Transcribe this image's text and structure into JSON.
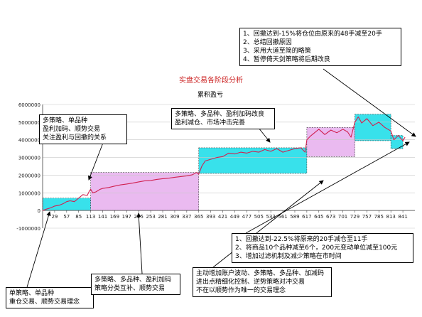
{
  "title": "实盘交易各阶段分析",
  "colors": {
    "line": "#d02050",
    "cyan_zone": "#2ee0ea",
    "pink_zone": "#e9b7f0",
    "axis": "#404040",
    "grid": "#c8c8c8",
    "arrow": "#000000"
  },
  "annotations": {
    "top_right": [
      "1、回撤达到-15%将仓位由原来的48手减至20手",
      "2、总结回撤原因",
      "3、采用大道至简的略策",
      "4、暂停倚天剑策略将后期改良"
    ],
    "upper_left": [
      "多策略、单品种",
      "盈利加码、顺势交易",
      "关注盈利与回撤的关系"
    ],
    "upper_mid": [
      "多策略、多品种、盈利加码改良",
      "盈利减仓、市场冲击完善"
    ],
    "lower_right": [
      "1、回撤达到-22.5%将原来的20手减仓至11手",
      "2、将商品10个品种减至6个，200元变动单位减至100元",
      "3、增加过滤机制及减少策略在市时间"
    ],
    "bottom_left": [
      "单策略、单品种",
      "重仓交易、顺势交易理念"
    ],
    "bottom_mid": [
      "多策略、多品种、盈利加码",
      "策略分类互补、顺势交易"
    ],
    "bottom_right": [
      "主动增加账户波动、多策略、多品种、加减码",
      "进出点精细化控制、逆势策略对冲交易",
      "不在以顺势作为唯一的交易理念"
    ]
  },
  "chart_data": {
    "type": "line",
    "title": "累积盈亏",
    "xlabel": "",
    "ylabel": "",
    "ylim": [
      -1000000,
      6000000
    ],
    "yticks": [
      -1000000,
      0,
      1000000,
      2000000,
      3000000,
      4000000,
      5000000,
      6000000
    ],
    "ytick_labels": [
      "-1000000",
      "0",
      "1000000",
      "2000000",
      "3000000",
      "4000000",
      "5000000",
      "6000000"
    ],
    "xlim": [
      1,
      869
    ],
    "xticks": [
      29,
      57,
      85,
      113,
      141,
      169,
      197,
      225,
      253,
      281,
      309,
      337,
      365,
      393,
      421,
      449,
      477,
      505,
      533,
      561,
      589,
      617,
      645,
      673,
      701,
      729,
      757,
      785,
      813,
      841
    ],
    "grid": true,
    "series": [
      {
        "x": [
          1,
          10,
          20,
          29,
          40,
          50,
          57,
          65,
          75,
          85,
          95,
          105,
          110,
          113,
          118,
          125,
          135,
          141,
          155,
          169,
          183,
          197,
          211,
          225,
          239,
          253,
          267,
          281,
          295,
          309,
          323,
          337,
          350,
          360,
          365,
          372,
          380,
          393,
          407,
          421,
          435,
          449,
          463,
          477,
          491,
          505,
          519,
          533,
          547,
          561,
          575,
          589,
          603,
          613,
          617,
          625,
          635,
          645,
          659,
          673,
          687,
          701,
          712,
          720,
          729,
          737,
          745,
          757,
          771,
          785,
          799,
          813,
          820,
          830,
          841,
          846
        ],
        "values": [
          0,
          80000,
          150000,
          250000,
          300000,
          400000,
          500000,
          550000,
          500000,
          700000,
          900000,
          850000,
          1100000,
          1200000,
          1000000,
          1050000,
          1200000,
          1250000,
          1300000,
          1380000,
          1450000,
          1500000,
          1550000,
          1620000,
          1680000,
          1700000,
          1760000,
          1800000,
          1830000,
          1880000,
          1920000,
          1960000,
          2020000,
          2150000,
          2050000,
          2500000,
          2800000,
          2900000,
          3000000,
          3050000,
          3250000,
          3200000,
          3300000,
          3250000,
          3350000,
          3300000,
          3450000,
          3350000,
          3500000,
          3300000,
          3400000,
          3500000,
          3550000,
          3300000,
          4000000,
          4200000,
          4400000,
          4600000,
          4300000,
          4550000,
          4400000,
          4600000,
          4450000,
          4150000,
          5000000,
          5300000,
          4950000,
          5200000,
          4800000,
          5000000,
          4700000,
          4500000,
          4000000,
          4250000,
          3950000,
          4150000
        ]
      }
    ],
    "zones": [
      {
        "color": "cyan",
        "x": [
          1,
          113
        ],
        "y": [
          0,
          700000
        ]
      },
      {
        "color": "pink",
        "x": [
          113,
          365
        ],
        "y": [
          0,
          2150000
        ]
      },
      {
        "color": "cyan",
        "x": [
          365,
          617
        ],
        "y": [
          2100000,
          3550000
        ]
      },
      {
        "color": "pink",
        "x": [
          617,
          729
        ],
        "y": [
          3050000,
          4700000
        ]
      },
      {
        "color": "cyan",
        "x": [
          729,
          813
        ],
        "y": [
          3950000,
          5450000
        ]
      },
      {
        "color": "cyan",
        "x": [
          813,
          841
        ],
        "y": [
          3500000,
          4250000
        ]
      }
    ]
  }
}
